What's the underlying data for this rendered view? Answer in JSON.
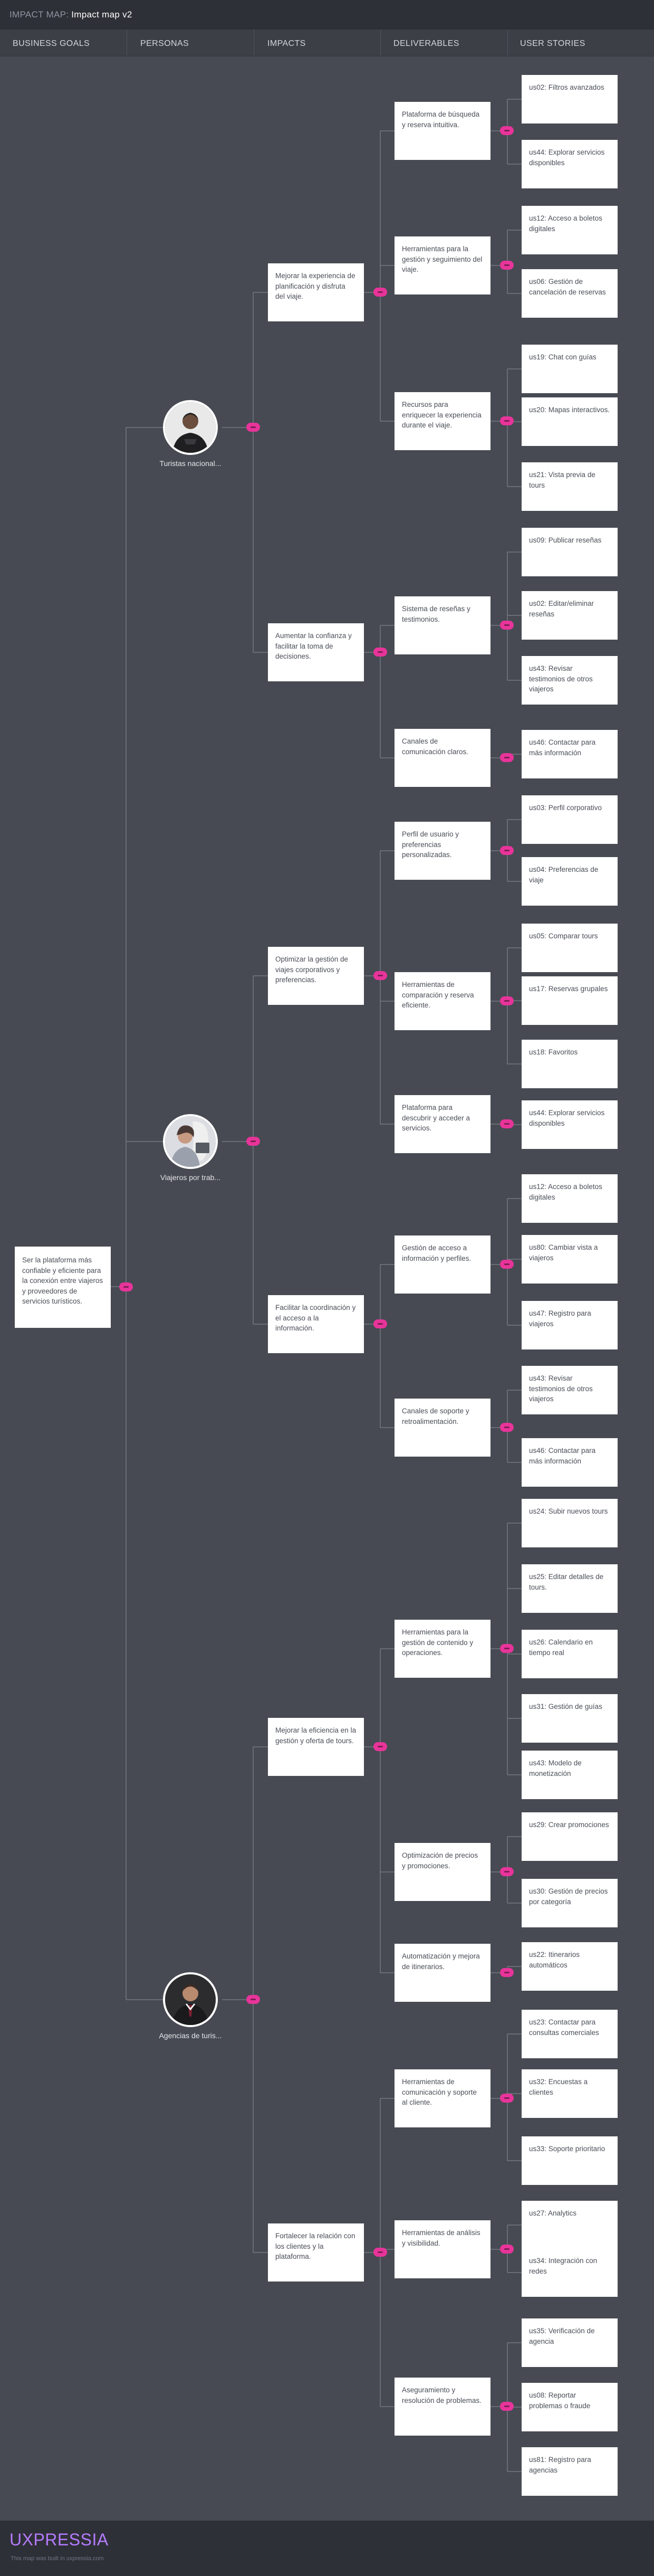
{
  "header": {
    "prefix": "IMPACT MAP:",
    "title": "Impact map v2"
  },
  "columns": [
    "BUSINESS GOALS",
    "PERSONAS",
    "IMPACTS",
    "DELIVERABLES",
    "USER STORIES"
  ],
  "goal": "Ser la plataforma más confiable y eficiente para la conexión entre viajeros y proveedores de servicios turísticos.",
  "personas": [
    {
      "name": "Turistas nacional..."
    },
    {
      "name": "Viajeros por trab..."
    },
    {
      "name": "Agencias de turis..."
    }
  ],
  "impacts": [
    "Mejorar la experiencia de planificación y disfruta del viaje.",
    "Aumentar la confianza y facilitar la toma de decisiones.",
    "Optimizar la gestión de viajes corporativos y preferencias.",
    "Facilitar la coordinación y el acceso a la información.",
    "Mejorar la eficiencia en la gestión y oferta de tours.",
    "Fortalecer la relación con los clientes y la plataforma."
  ],
  "deliverables": [
    "Plataforma de búsqueda y reserva intuitiva.",
    "Herramientas para la gestión y seguimiento del viaje.",
    "Recursos para enriquecer la experiencia durante el viaje.",
    "Sistema de reseñas y testimonios.",
    "Canales de comunicación claros.",
    "Perfil de usuario y preferencias personalizadas.",
    "Herramientas de comparación y reserva eficiente.",
    "Plataforma para descubrir y acceder a servicios.",
    "Gestión de acceso a información y perfiles.",
    "Canales de soporte y retroalimentación.",
    "Herramientas para la gestión de contenido y operaciones.",
    "Optimización de precios y promociones.",
    "Automatización y mejora de itinerarios.",
    "Herramientas de comunicación y soporte al cliente.",
    "Herramientas de análisis y visibilidad.",
    "Aseguramiento y resolución de problemas."
  ],
  "stories": [
    "us02: Filtros avanzados",
    "us44: Explorar servicios disponibles",
    "us12: Acceso a boletos digitales",
    "us06: Gestión de cancelación de reservas",
    "us19: Chat con guías",
    "us20: Mapas interactivos.",
    "us21: Vista previa de tours",
    "us09: Publicar reseñas",
    "us02: Editar/eliminar reseñas",
    "us43: Revisar testimonios de otros viajeros",
    "us46: Contactar para más información",
    "us03: Perfil corporativo",
    "us04: Preferencias de viaje",
    "us05: Comparar tours",
    "us17: Reservas grupales",
    "us18: Favoritos",
    "us44: Explorar servicios disponibles",
    "us12: Acceso a boletos digitales",
    "us80: Cambiar vista a viajeros",
    "us47: Registro para viajeros",
    "us43: Revisar testimonios de otros viajeros",
    "us46: Contactar para más información",
    "us24: Subir nuevos tours",
    "us25: Editar detalles de tours.",
    "us26: Calendario en tiempo real",
    "us31: Gestión de guías",
    "us43: Modelo de monetización",
    "us29: Crear promociones",
    "us30: Gestión de precios por categoría",
    "us22: Itinerarios automáticos",
    "us23: Contactar para consultas comerciales",
    "us32: Encuestas a clientes",
    "us33: Soporte prioritario",
    "us27: Analytics",
    "us34: Integración con redes",
    "us35: Verificación de agencia",
    "us08: Reportar problemas o fraude",
    "us81: Registro para agencias"
  ],
  "footer": {
    "brand": "UXPRESSIA",
    "note": "This map was built in uxpressia.com"
  },
  "colors": {
    "accent": "#e8349a",
    "brand": "#b57bff",
    "background": "#474a52"
  }
}
